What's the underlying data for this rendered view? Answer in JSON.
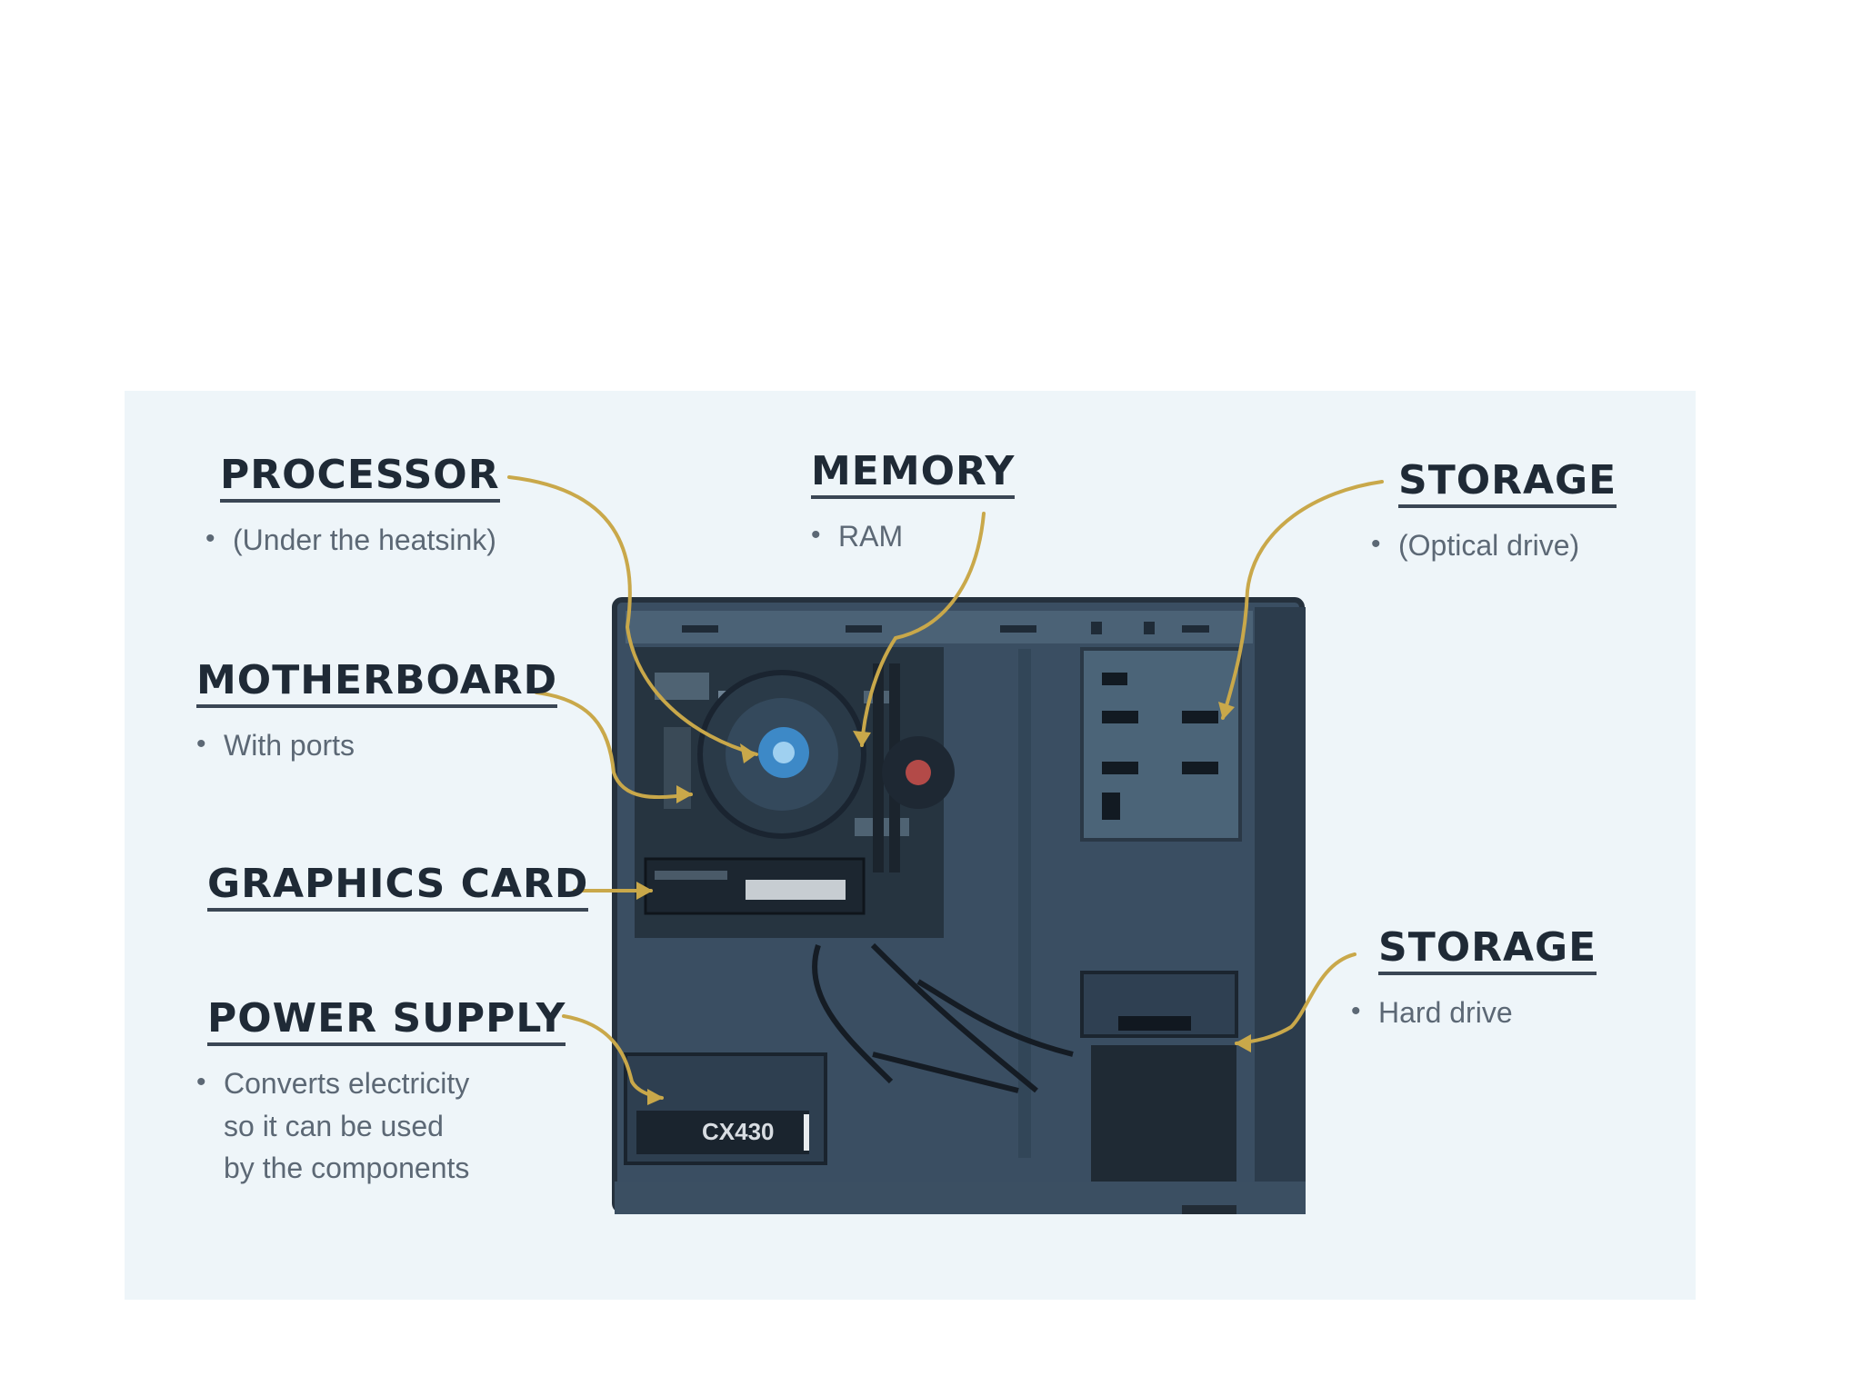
{
  "labels": {
    "processor": {
      "title": "PROCESSOR",
      "bullet": "(Under the heatsink)"
    },
    "memory": {
      "title": "MEMORY",
      "bullet": "RAM"
    },
    "storage_optical": {
      "title": "STORAGE",
      "bullet": "(Optical drive)"
    },
    "motherboard": {
      "title": "MOTHERBOARD",
      "bullet": "With ports"
    },
    "graphics_card": {
      "title": "GRAPHICS CARD"
    },
    "power_supply": {
      "title": "POWER SUPPLY",
      "bullet": "Converts electricity\nso it can be used\nby the components"
    },
    "storage_hdd": {
      "title": "STORAGE",
      "bullet": "Hard drive"
    }
  },
  "psu_model": "CX430",
  "bullet_glyph": "•",
  "colors": {
    "background": "#eef5f9",
    "case": "#3f5468",
    "case_dark": "#25313d",
    "leader_lines": "#c9a84a",
    "heading_text": "#1f2a36",
    "body_text": "#5c6875"
  }
}
